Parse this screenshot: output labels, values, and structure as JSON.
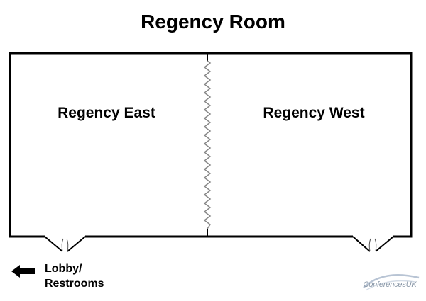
{
  "title": "Regency Room",
  "rooms": [
    {
      "name": "Regency East"
    },
    {
      "name": "Regency West"
    }
  ],
  "exit": {
    "label_line1": "Lobby/",
    "label_line2": "Restrooms",
    "icon": "arrow-left-icon"
  },
  "logo": {
    "text": "ConferencesUK"
  },
  "colors": {
    "wall": "#000000",
    "partition": "#888888",
    "logo": "#8a98a8"
  }
}
